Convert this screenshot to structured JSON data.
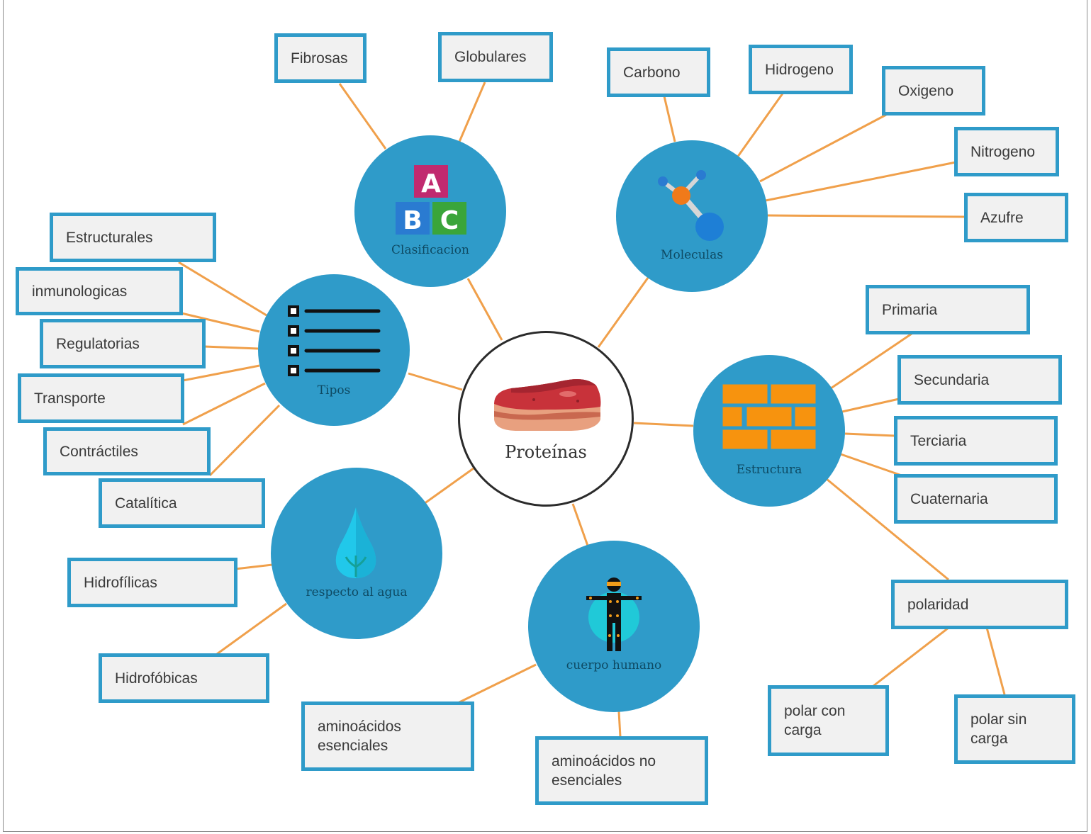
{
  "center": {
    "label": "Proteínas",
    "icon": "meat-steak-icon"
  },
  "hubs": [
    {
      "id": "clasificacion",
      "label": "Clasificacion",
      "icon": "abc-blocks-icon",
      "children": [
        "Fibrosas",
        "Globulares"
      ]
    },
    {
      "id": "moleculas",
      "label": "Moleculas",
      "icon": "molecule-icon",
      "children": [
        "Carbono",
        "Hidrogeno",
        "Oxigeno",
        "Nitrogeno",
        "Azufre"
      ]
    },
    {
      "id": "tipos",
      "label": "Tipos",
      "icon": "checklist-icon",
      "children": [
        "Estructurales",
        "inmunologicas",
        "Regulatorias",
        "Transporte",
        "Contráctiles",
        "Catalítica"
      ]
    },
    {
      "id": "estructura",
      "label": "Estructura",
      "icon": "brick-wall-icon",
      "children": [
        "Primaria",
        "Secundaria",
        "Terciaria",
        "Cuaternaria",
        "polaridad"
      ]
    },
    {
      "id": "agua",
      "label": "respecto al agua",
      "icon": "water-drop-icon",
      "children": [
        "Hidrofílicas",
        "Hidrofóbicas"
      ]
    },
    {
      "id": "cuerpo",
      "label": "cuerpo humano",
      "icon": "human-body-icon",
      "children": [
        "aminoácidos\nesenciales",
        "aminoácidos no\nesenciales"
      ]
    }
  ],
  "polaridad_children": [
    "polar con\ncarga",
    "polar sin\ncarga"
  ],
  "colors": {
    "hub": "#2f9bc9",
    "connector": "#f0a04b",
    "leaf_border": "#2f9bc9",
    "leaf_fill": "#f1f1f1"
  }
}
